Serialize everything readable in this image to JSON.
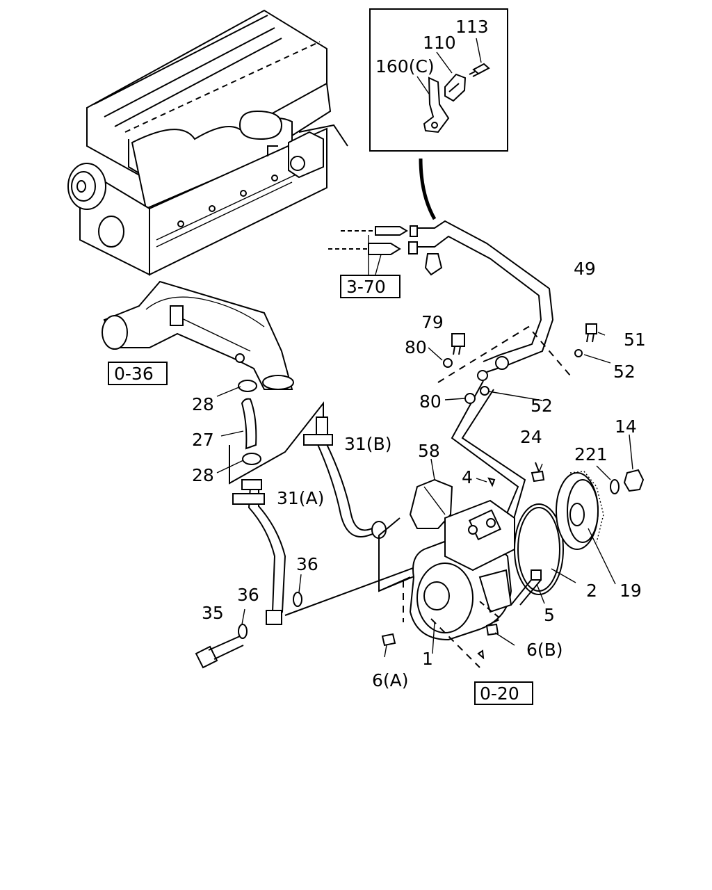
{
  "labels": {
    "l113": "113",
    "l110": "110",
    "l160": "160(C)",
    "l3_70": "3-70",
    "l49": "49",
    "l79": "79",
    "l80a": "80",
    "l51": "51",
    "l52a": "52",
    "l0_36": "0-36",
    "l80b": "80",
    "l52b": "52",
    "l28a": "28",
    "l27": "27",
    "l28b": "28",
    "l31b": "31(B)",
    "l31a": "31(A)",
    "l58": "58",
    "l24": "24",
    "l221": "221",
    "l14": "14",
    "l4": "4",
    "l36a": "36",
    "l36b": "36",
    "l35": "35",
    "l2": "2",
    "l19": "19",
    "l5": "5",
    "l6b": "6(B)",
    "l1": "1",
    "l6a": "6(A)",
    "l0_20": "0-20"
  }
}
